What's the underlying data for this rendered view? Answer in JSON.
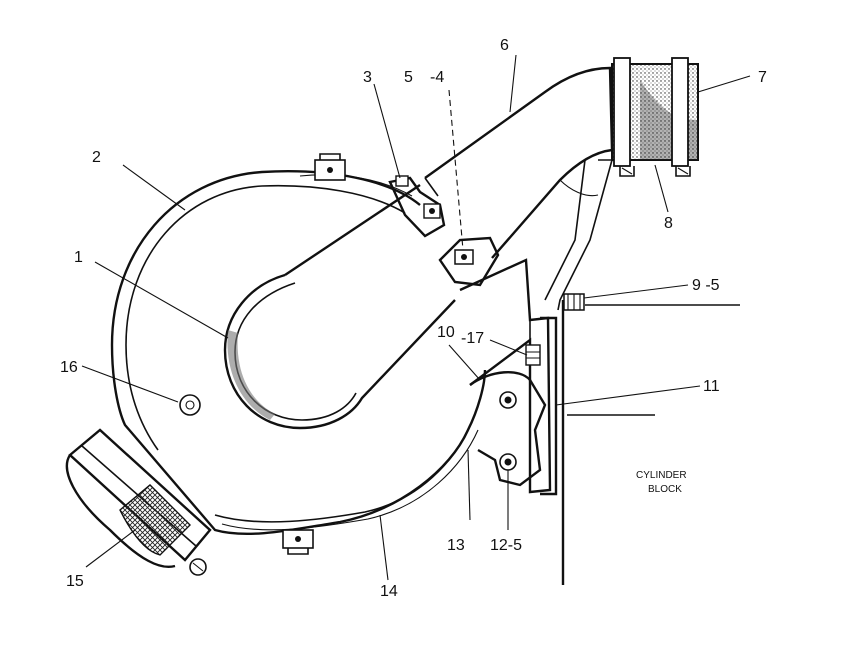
{
  "labels": {
    "l1": "1",
    "l2": "2",
    "l3": "3",
    "l5": "5",
    "l4": "-4",
    "l6": "6",
    "l7": "7",
    "l8": "8",
    "l9": "9 -5",
    "l10": "10",
    "l17": "-17",
    "l11": "11",
    "l16": "16",
    "l13": "13",
    "l12": "12-5",
    "l14": "14",
    "l15": "15"
  },
  "block_text": {
    "line1": "CYLINDER",
    "line2": "BLOCK"
  }
}
